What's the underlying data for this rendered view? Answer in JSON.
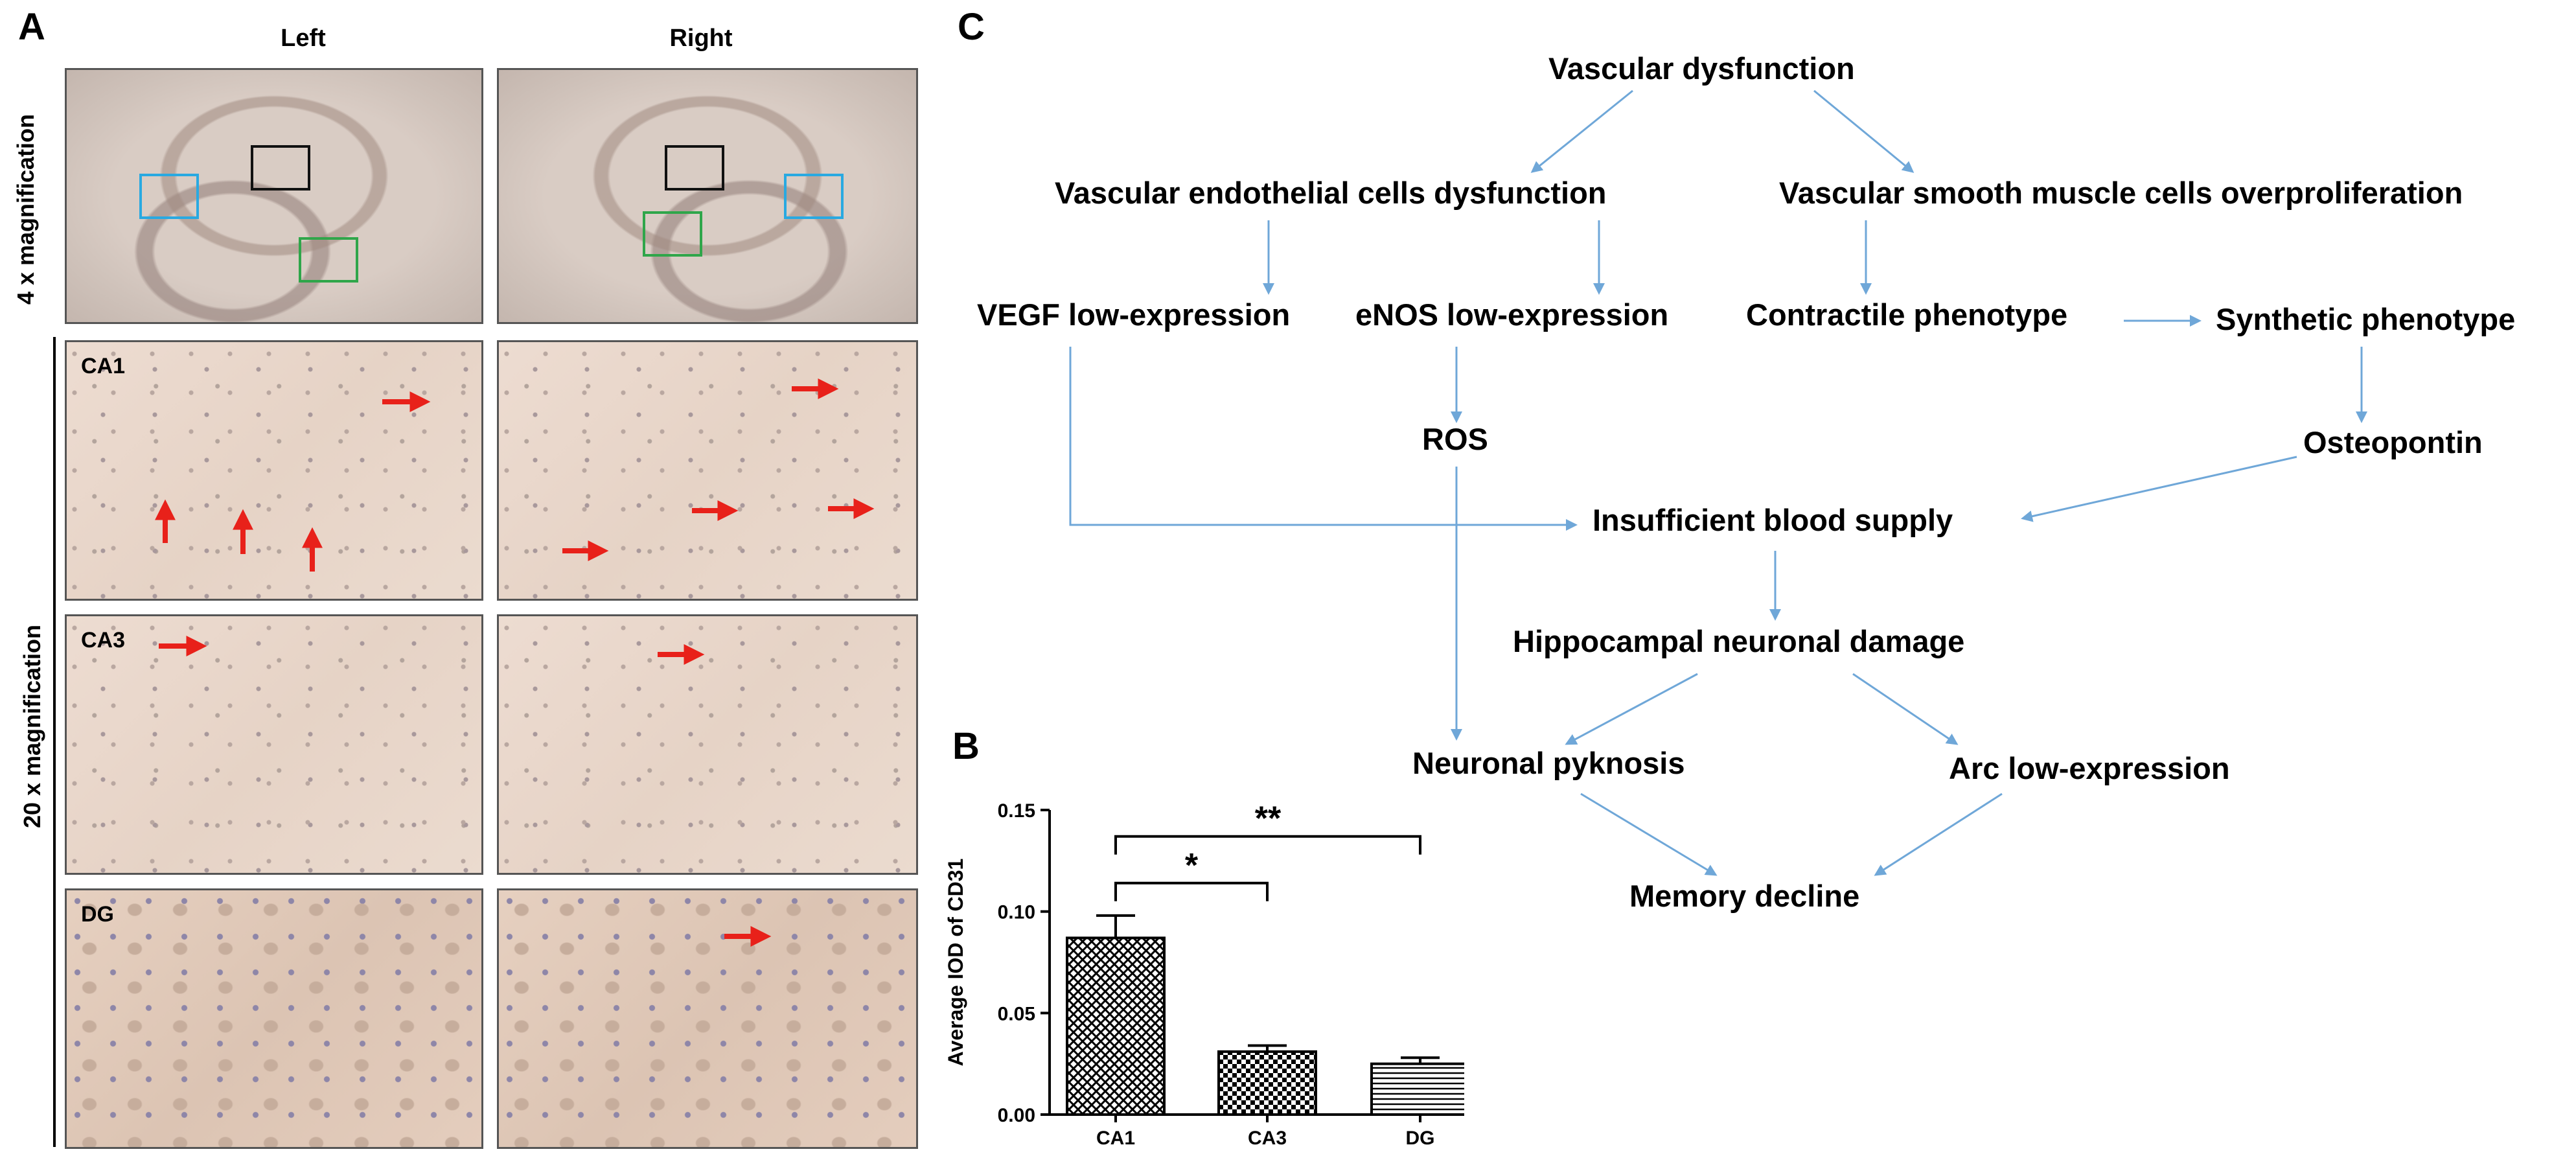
{
  "panel_a": {
    "letter": "A",
    "col_left": "Left",
    "col_right": "Right",
    "row_4x": "4 x magnification",
    "row_20x": "20 x magnification",
    "regions": [
      "CA1",
      "CA3",
      "DG"
    ]
  },
  "panel_b": {
    "letter": "B"
  },
  "panel_c": {
    "letter": "C",
    "nodes": {
      "vascular_dysfunction": "Vascular dysfunction",
      "endothelial": "Vascular endothelial cells dysfunction",
      "smooth_muscle": "Vascular smooth muscle cells overproliferation",
      "vegf": "VEGF low-expression",
      "enos": "eNOS low-expression",
      "contractile": "Contractile phenotype",
      "synthetic": "Synthetic phenotype",
      "ros": "ROS",
      "osteopontin": "Osteopontin",
      "blood_supply": "Insufficient blood supply",
      "neuronal_damage": "Hippocampal neuronal damage",
      "pyknosis": "Neuronal pyknosis",
      "arc": "Arc low-expression",
      "memory": "Memory decline"
    }
  },
  "chart_data": {
    "type": "bar",
    "categories": [
      "CA1",
      "CA3",
      "DG"
    ],
    "values": [
      0.087,
      0.031,
      0.025
    ],
    "errors": [
      0.011,
      0.003,
      0.003
    ],
    "ylabel": "Average IOD of CD31",
    "ylim": [
      0,
      0.15
    ],
    "yticks": [
      "0.00",
      "0.05",
      "0.10",
      "0.15"
    ],
    "significance": [
      {
        "from": "CA1",
        "to": "CA3",
        "label": "*"
      },
      {
        "from": "CA1",
        "to": "DG",
        "label": "**"
      }
    ],
    "patterns": [
      "crosshatch",
      "checker",
      "horizontal-lines"
    ]
  },
  "colors": {
    "arrow_blue": "#6fa7d8",
    "marker_red": "#e8211a",
    "box_blue": "#29a9e1",
    "box_black": "#111111",
    "box_green": "#2fa64a"
  }
}
